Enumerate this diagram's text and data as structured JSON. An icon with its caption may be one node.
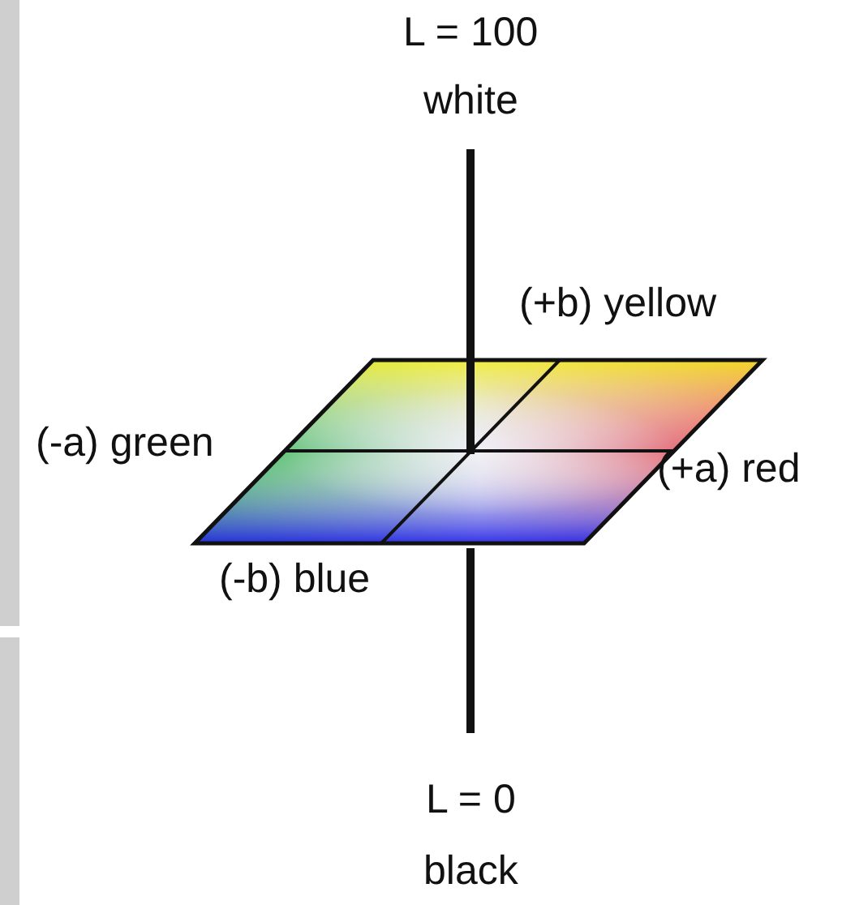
{
  "diagram": {
    "labels": [
      "L = 100",
      "white",
      "(+b) yellow",
      "(-a) green",
      "(+a) red",
      "(-b) blue",
      "L = 0",
      "black"
    ]
  }
}
